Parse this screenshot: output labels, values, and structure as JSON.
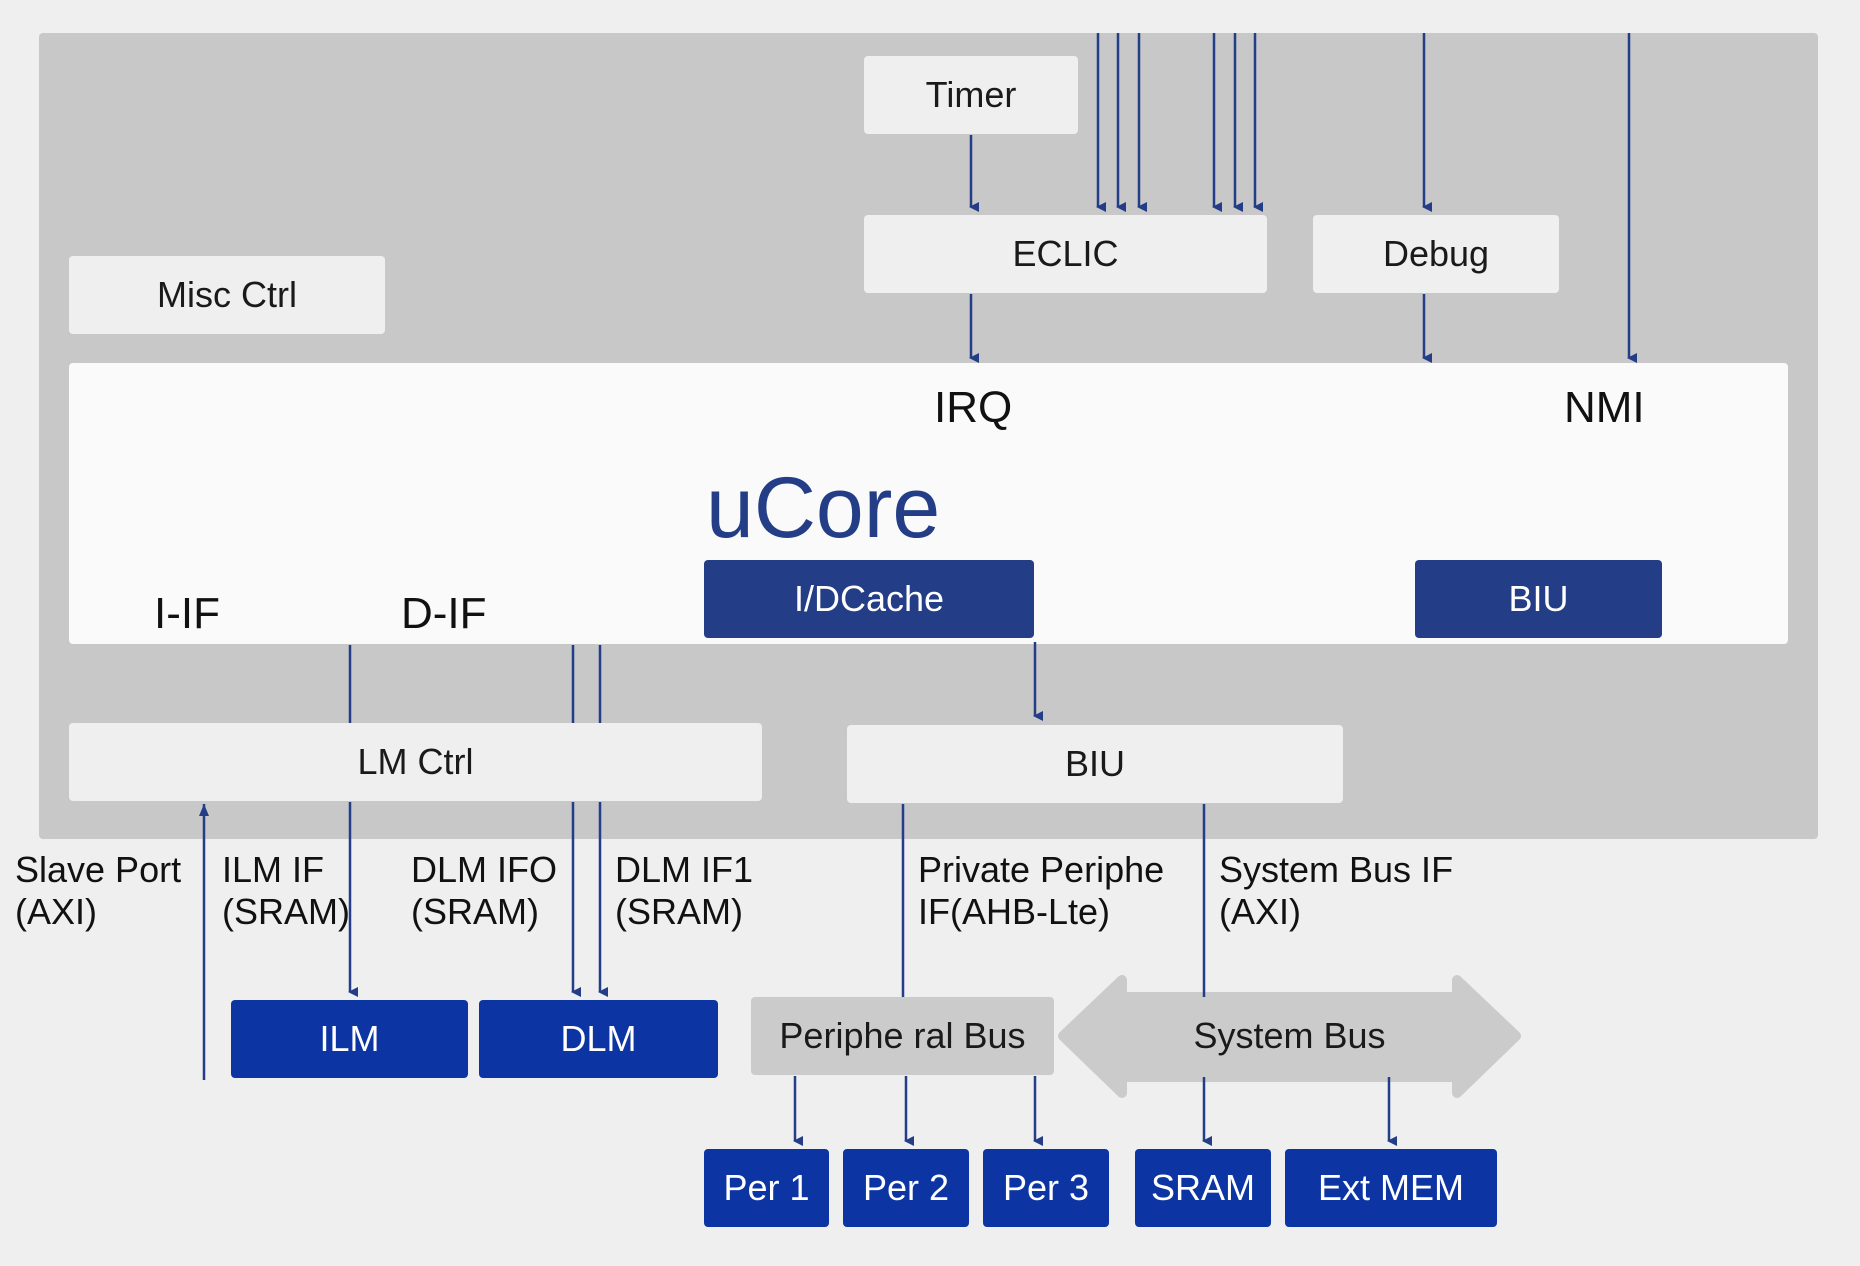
{
  "diagram": {
    "title": "uCore",
    "blocks": {
      "timer": "Timer",
      "eclic": "ECLIC",
      "debug": "Debug",
      "misc_ctrl": "Misc Ctrl",
      "irq": "IRQ",
      "nmi": "NMI",
      "i_if": "I-IF",
      "d_if": "D-IF",
      "idcache": "I/DCache",
      "biu_core": "BIU",
      "lm_ctrl": "LM Ctrl",
      "biu": "BIU",
      "ilm": "ILM",
      "dlm": "DLM",
      "peripheral_bus": "Periphe ral Bus",
      "system_bus": "System Bus",
      "per1": "Per 1",
      "per2": "Per 2",
      "per3": "Per 3",
      "sram": "SRAM",
      "ext_mem": "Ext MEM"
    },
    "interfaces": {
      "slave_port": [
        "Slave Port",
        "(AXI)"
      ],
      "ilm_if": [
        "ILM IF",
        "(SRAM)"
      ],
      "dlm_if0": [
        "DLM IFO",
        "(SRAM)"
      ],
      "dlm_if1": [
        "DLM IF1",
        "(SRAM)"
      ],
      "private_periph": [
        "Private Periphe",
        "IF(AHB-Lte)"
      ],
      "system_bus_if": [
        "System Bus IF",
        "(AXI)"
      ]
    },
    "colors": {
      "background": "#efefef",
      "outer_block": "#c8c8c8",
      "core_block": "#fafafa",
      "accent_blue": "#233d87",
      "memory_blue": "#0c35a3",
      "connector": "#233d87"
    }
  }
}
